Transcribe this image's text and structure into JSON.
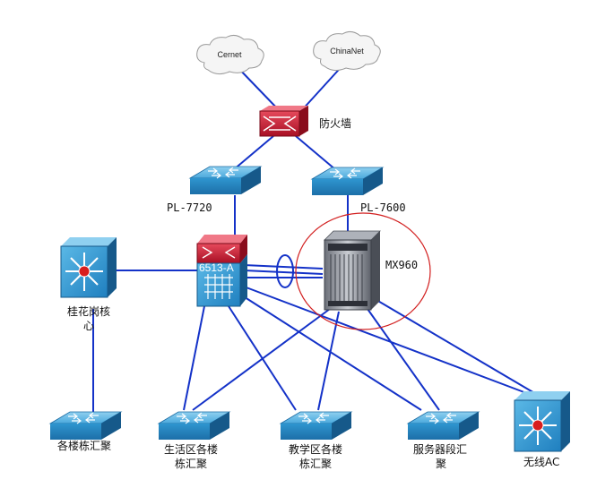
{
  "clouds": {
    "cernet": "Cernet",
    "chinanet": "ChinaNet"
  },
  "firewall": {
    "label": "防火墙"
  },
  "switches": {
    "pl7720": "PL-7720",
    "pl7600": "PL-7600"
  },
  "core": {
    "c6513_badge": "6513-A",
    "mx960": "MX960",
    "guihuagang": [
      "桂花岗核",
      "心"
    ]
  },
  "aggregation": {
    "building": "各楼栋汇聚",
    "living": [
      "生活区各楼",
      "栋汇聚"
    ],
    "teaching": [
      "教学区各楼",
      "栋汇聚"
    ],
    "server": [
      "服务器段汇",
      "聚"
    ]
  },
  "wireless": {
    "label": "无线AC"
  },
  "colors": {
    "link": "#1432c8",
    "firewall": "#c8102e",
    "switch": "#2a8fc9",
    "ellipse": "#d21e1e"
  }
}
